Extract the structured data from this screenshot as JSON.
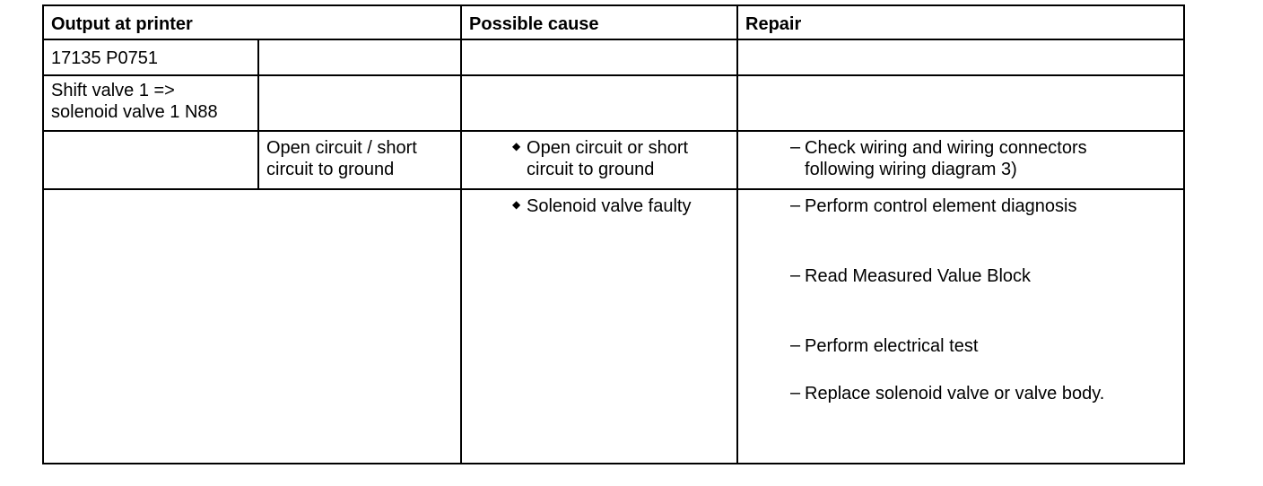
{
  "header": {
    "output": "Output at printer",
    "cause": "Possible cause",
    "repair": "Repair"
  },
  "row1": {
    "code": "17135 P0751"
  },
  "row2": {
    "line1": "Shift valve 1 =>",
    "line2": "solenoid valve 1 N88"
  },
  "row3": {
    "fault_line1": "Open circuit / short",
    "fault_line2": "circuit to ground",
    "cause_line1": "Open circuit or short",
    "cause_line2": "circuit to ground",
    "repair_line1": "Check wiring and wiring connectors",
    "repair_line2": "following wiring diagram 3)"
  },
  "row4": {
    "cause": "Solenoid valve faulty",
    "repairs": [
      "Perform control element diagnosis",
      "Read Measured Value Block",
      "Perform electrical test",
      "Replace solenoid valve or valve body."
    ]
  },
  "icons": {
    "bullet": "◆",
    "dash": "–"
  }
}
